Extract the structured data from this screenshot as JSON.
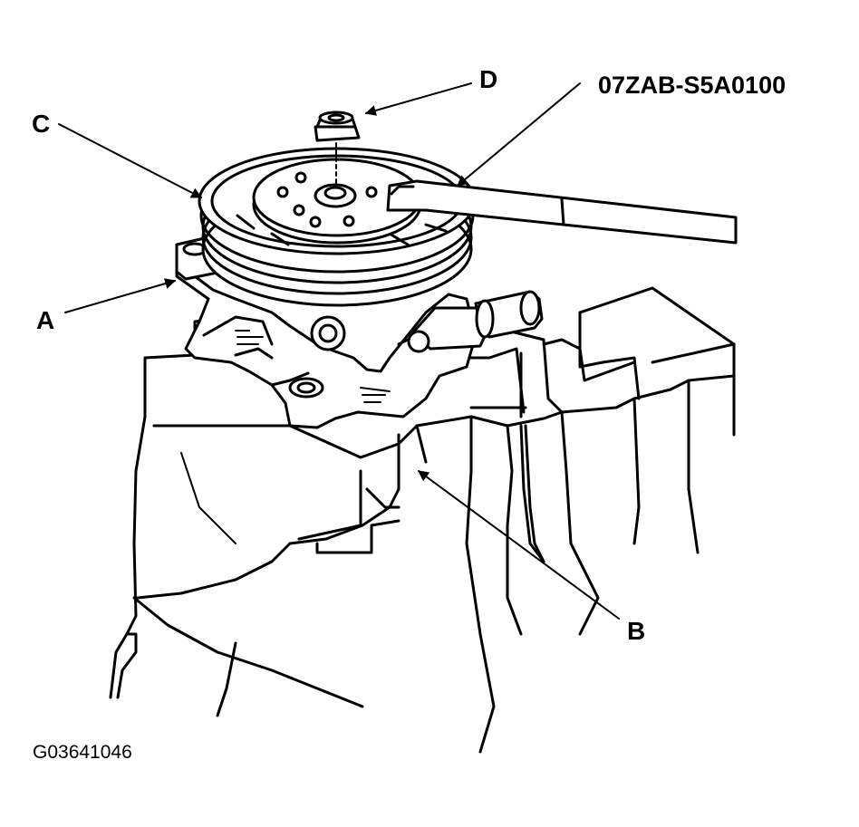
{
  "labels": {
    "a": "A",
    "b": "B",
    "c": "C",
    "d": "D",
    "tool_number": "07ZAB-S5A0100"
  },
  "figure_id": "G03641046"
}
